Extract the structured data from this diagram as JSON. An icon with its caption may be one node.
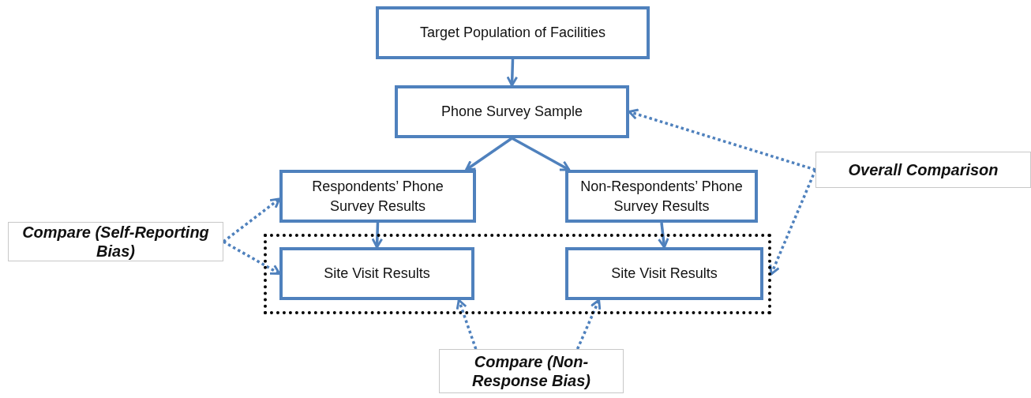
{
  "diagram": {
    "nodes": [
      {
        "text": [
          "Target Population of Facilities"
        ]
      },
      {
        "text": [
          "Phone Survey Sample"
        ]
      },
      {
        "text": [
          "Respondents’ Phone Survey Results"
        ]
      },
      {
        "text": [
          "Non-Respondents’ Phone Survey Results"
        ]
      },
      {
        "text": [],
        "shape": "box"
      },
      {
        "text": [
          "Site Visit Results"
        ],
        "in": 4
      },
      {
        "text": [
          "Site Visit Results"
        ],
        "in": 4
      },
      {
        "text": [
          "Compare (Self-Reporting Bias)"
        ]
      },
      {
        "text": [
          "Overall Comparison"
        ]
      },
      {
        "text": [
          "Compare (Non-Response Bias)"
        ]
      }
    ],
    "edges": [
      {
        "from": 0,
        "to": 1,
        "arrow": "to"
      },
      {
        "from": 1,
        "to": 2,
        "arrow": "to"
      },
      {
        "from": 1,
        "to": 3,
        "arrow": "to"
      },
      {
        "from": 2,
        "to": 5,
        "arrow": "to"
      },
      {
        "from": 3,
        "to": 6,
        "arrow": "to"
      },
      {
        "from": 7,
        "to": 2,
        "arrow": "to",
        "style": "dashed"
      },
      {
        "from": 7,
        "to": 5,
        "arrow": "to",
        "style": "dashed"
      },
      {
        "from": 8,
        "to": 1,
        "arrow": "to",
        "style": "dashed"
      },
      {
        "from": 8,
        "to": 4,
        "arrow": "to",
        "style": "dashed"
      },
      {
        "from": 9,
        "to": 5,
        "arrow": "to",
        "style": "dashed"
      },
      {
        "from": 9,
        "to": 6,
        "arrow": "to",
        "style": "dashed"
      }
    ]
  }
}
